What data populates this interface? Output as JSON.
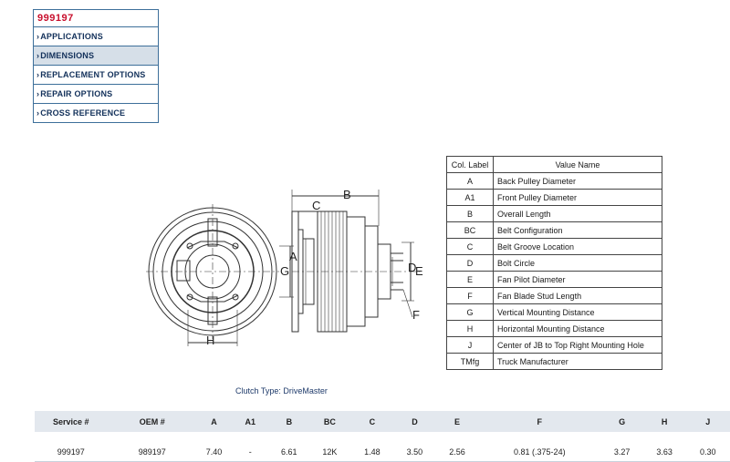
{
  "nav": {
    "title": "999197",
    "items": [
      {
        "label": "APPLICATIONS",
        "active": false
      },
      {
        "label": "DIMENSIONS",
        "active": true
      },
      {
        "label": "REPLACEMENT OPTIONS",
        "active": false
      },
      {
        "label": "REPAIR OPTIONS",
        "active": false
      },
      {
        "label": "CROSS REFERENCE",
        "active": false
      }
    ]
  },
  "drawing": {
    "labels": {
      "a": "A",
      "b": "B",
      "c": "C",
      "d": "D",
      "e": "E",
      "f": "F",
      "g": "G",
      "h": "H"
    }
  },
  "legend": {
    "headers": {
      "label": "Col. Label",
      "value": "Value Name"
    },
    "rows": [
      {
        "label": "A",
        "value": "Back Pulley Diameter"
      },
      {
        "label": "A1",
        "value": "Front Pulley Diameter"
      },
      {
        "label": "B",
        "value": "Overall Length"
      },
      {
        "label": "BC",
        "value": "Belt Configuration"
      },
      {
        "label": "C",
        "value": "Belt Groove Location"
      },
      {
        "label": "D",
        "value": "Bolt Circle"
      },
      {
        "label": "E",
        "value": "Fan Pilot Diameter"
      },
      {
        "label": "F",
        "value": "Fan Blade Stud Length"
      },
      {
        "label": "G",
        "value": "Vertical Mounting Distance"
      },
      {
        "label": "H",
        "value": "Horizontal Mounting Distance"
      },
      {
        "label": "J",
        "value": "Center of JB to Top Right Mounting Hole"
      },
      {
        "label": "TMfg",
        "value": "Truck Manufacturer"
      }
    ]
  },
  "clutch_type": "Clutch Type: DriveMaster",
  "data_table": {
    "headers": [
      "Service #",
      "OEM #",
      "A",
      "A1",
      "B",
      "BC",
      "C",
      "D",
      "E",
      "F",
      "G",
      "H",
      "J"
    ],
    "rows": [
      [
        "999197",
        "989197",
        "7.40",
        "-",
        "6.61",
        "12K",
        "1.48",
        "3.50",
        "2.56",
        "0.81 (.375-24)",
        "3.27",
        "3.63",
        "0.30"
      ]
    ]
  },
  "colors": {
    "title_red": "#c8102e",
    "nav_blue": "#12305a",
    "nav_border": "#3d6f9a",
    "active_bg": "#d6dfe8",
    "header_bg": "#e3e8ee"
  }
}
